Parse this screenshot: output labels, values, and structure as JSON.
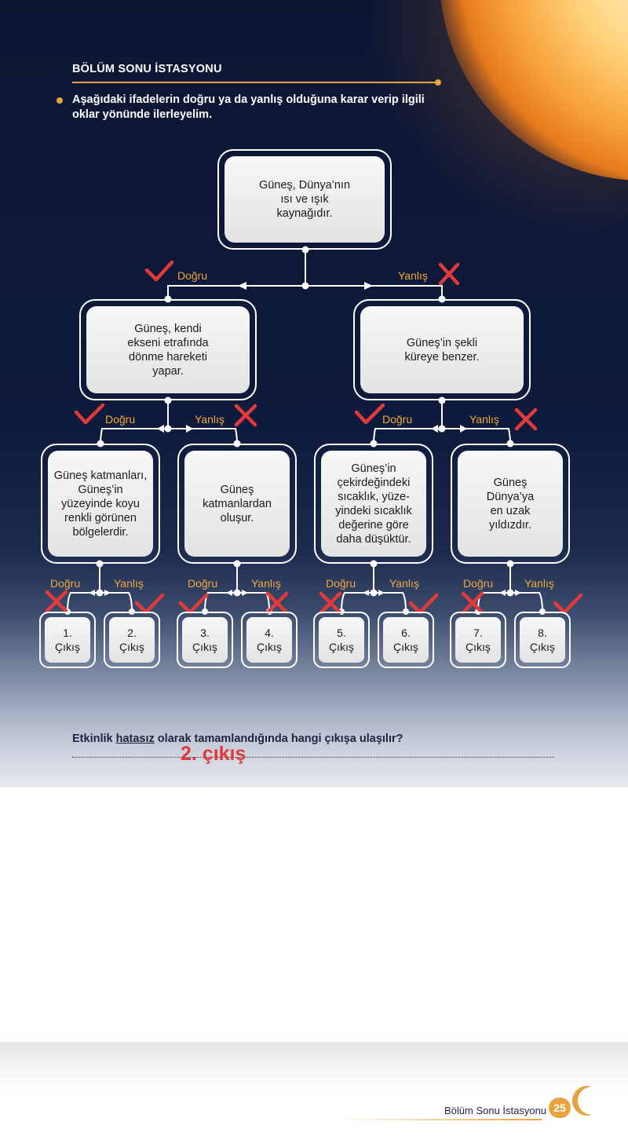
{
  "section_title": "BÖLÜM SONU İSTASYONU",
  "intro": "Aşağıdaki ifadelerin doğru ya da yanlış olduğuna karar verip ilgili oklar yönünde ilerleyelim.",
  "labels": {
    "true": "Doğru",
    "false": "Yanlış"
  },
  "nodes": {
    "root": "Güneş, Dünya’nın ısı ve ışık kaynağıdır.",
    "left": "Güneş, kendi ekseni etrafında dönme hareketi yapar.",
    "right": "Güneş’in şekli küreye benzer.",
    "ll": "Güneş katmanları, Güneş’in yüzeyinde koyu renkli görünen bölgelerdir.",
    "lr": "Güneş katmanlardan oluşur.",
    "rl": "Güneş’in çekirdeğindeki sıcaklık, yüze-yindeki sıcaklık değerine göre daha düşüktür.",
    "rr": "Güneş Dünya’ya en uzak yıldızdır."
  },
  "exits": [
    {
      "num": "1.",
      "text": "Çıkış"
    },
    {
      "num": "2.",
      "text": "Çıkış"
    },
    {
      "num": "3.",
      "text": "Çıkış"
    },
    {
      "num": "4.",
      "text": "Çıkış"
    },
    {
      "num": "5.",
      "text": "Çıkış"
    },
    {
      "num": "6.",
      "text": "Çıkış"
    },
    {
      "num": "7.",
      "text": "Çıkış"
    },
    {
      "num": "8.",
      "text": "Çıkış"
    }
  ],
  "question": {
    "before": "Etkinlik ",
    "underlined": "hatasız",
    "after": " olarak tamamlandığında hangi çıkışa ulaşılır?"
  },
  "answer": "2. çıkış",
  "footer": {
    "section": "Bölüm Sonu İstasyonu",
    "page": "25"
  },
  "colors": {
    "accent": "#e8a341",
    "check": "#e23a3a",
    "panel": "#0f1b3c"
  }
}
